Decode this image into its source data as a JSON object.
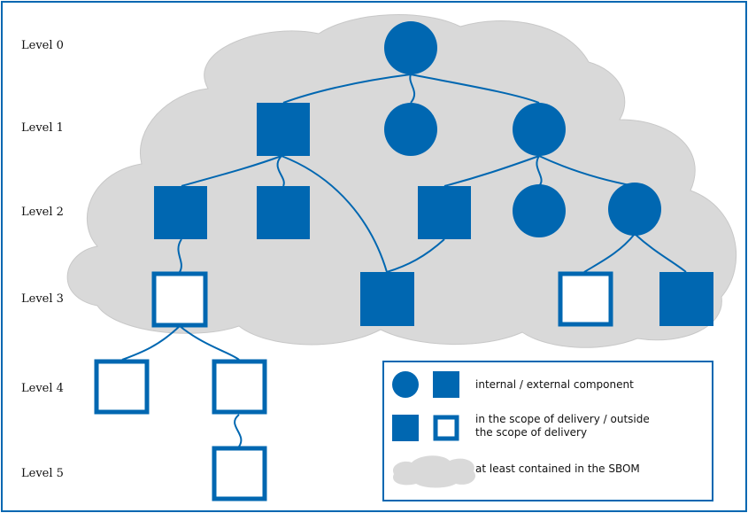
{
  "levels": [
    "Level 0",
    "Level 1",
    "Level 2",
    "Level 3",
    "Level 4",
    "Level 5"
  ],
  "legend": {
    "internal_external": "internal / external component",
    "scope_line1": "in the scope of delivery / outside",
    "scope_line2": "the scope of delivery",
    "sbom": "at least contained in the SBOM"
  },
  "colors": {
    "accent": "#0067b1",
    "cloud": "#d9d9d9",
    "background": "#ffffff"
  }
}
